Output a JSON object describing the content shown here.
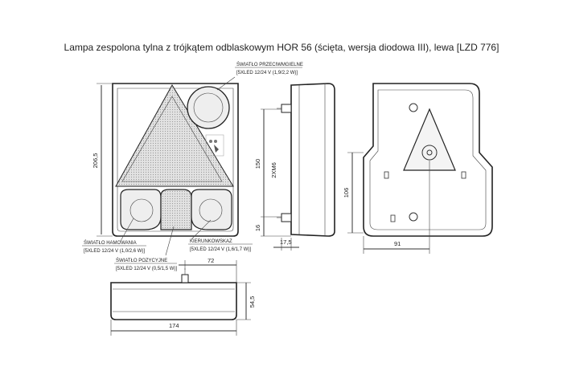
{
  "title": "Lampa zespolona tylna z trójkątem odblaskowym HOR 56 (ścięta, wersja diodowa III), lewa [LZD 776]",
  "labels": {
    "reversing": {
      "name": "ŚWIATŁO PRZECIWMGIELNE",
      "spec": "[5XLED 12/24 V (1,9/2,2 W)]"
    },
    "brake": {
      "name": "ŚWIATŁO HAMOWANIA",
      "spec": "[5XLED 12/24 V (1,0/2,6 W)]"
    },
    "indicator": {
      "name": "KIERUNKOWSKAZ",
      "spec": "[5XLED 12/24 V (1,6/1,7 W)]"
    },
    "position": {
      "name": "ŚWIATŁO POZYCYJNE",
      "spec": "[5XLED 12/24 V (0,5/1,5 W)]"
    }
  },
  "dimensions": {
    "height": "206,5",
    "bolt_spacing": "150",
    "thread": "2XM6",
    "bolt_offset": "16",
    "depth_offset": "17,5",
    "width_72": "72",
    "width_174": "174",
    "height_54": "54,5",
    "rear_106": "106",
    "rear_91": "91"
  },
  "colors": {
    "line": "#333333",
    "lens": "#dddddd"
  }
}
